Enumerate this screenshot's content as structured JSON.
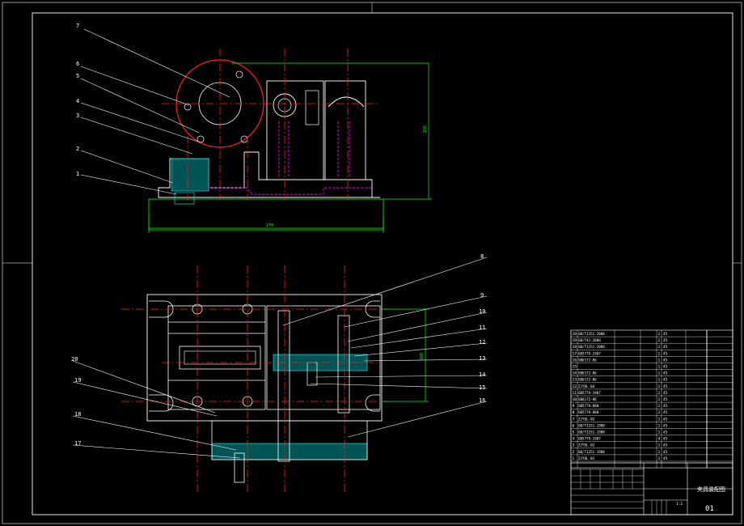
{
  "drawing": {
    "colors": {
      "background": "#000000",
      "outline": "#ffffff",
      "centerline": "#ff2020",
      "dimension": "#00ff00",
      "hidden": "#ff00ff",
      "hatch": "#00cccc",
      "leader": "#ffffff"
    },
    "front_view_dimensions": {
      "width": "274",
      "height": "156"
    },
    "top_view_dimensions": {
      "height": "108"
    },
    "balloons_front": [
      "7",
      "6",
      "5",
      "4",
      "3",
      "2",
      "1"
    ],
    "balloons_top_right": [
      "8",
      "9",
      "10",
      "11",
      "12",
      "13",
      "14",
      "15",
      "16"
    ],
    "balloons_top_left": [
      "20",
      "19",
      "18",
      "17"
    ]
  },
  "bom": {
    "rows": [
      {
        "no": "20",
        "code": "GB/T1251-2000",
        "qty": "1"
      },
      {
        "no": "19",
        "code": "GB/T41-2000",
        "qty": "1"
      },
      {
        "no": "18",
        "code": "GB/T1251-2000",
        "qty": "1"
      },
      {
        "no": "17",
        "code": "GB5779-1987",
        "qty": "1"
      },
      {
        "no": "16",
        "code": "GB6172-86",
        "qty": "1"
      },
      {
        "no": "15",
        "code": "",
        "qty": "1"
      },
      {
        "no": "14",
        "code": "GB6172-86",
        "qty": "1"
      },
      {
        "no": "13",
        "code": "GB6172-86",
        "qty": "1"
      },
      {
        "no": "12",
        "code": "ZJYDL-04",
        "qty": "1"
      },
      {
        "no": "11",
        "code": "GB5779-1987",
        "qty": "1"
      },
      {
        "no": "10",
        "code": "GB6172-86",
        "qty": "1"
      },
      {
        "no": "9",
        "code": "GB5779-888",
        "qty": "1"
      },
      {
        "no": "8",
        "code": "GB5779-888",
        "qty": "1"
      },
      {
        "no": "7",
        "code": "ZJYDL-02",
        "qty": "1"
      },
      {
        "no": "6",
        "code": "GB/T1251-1988",
        "qty": "1"
      },
      {
        "no": "5",
        "code": "GB/T1251-1988",
        "qty": "1"
      },
      {
        "no": "4",
        "code": "GB5779-1987",
        "qty": "4"
      },
      {
        "no": "3",
        "code": "ZJYDL-02",
        "qty": "1"
      },
      {
        "no": "2",
        "code": "GB/T1251-1988",
        "qty": "1"
      },
      {
        "no": "1",
        "code": "ZJYDL-01",
        "qty": "1"
      }
    ],
    "material_code": "45",
    "title_block": {
      "drawing_name": "夹具装配图",
      "drawing_number": "01",
      "scale": "1:1"
    }
  }
}
